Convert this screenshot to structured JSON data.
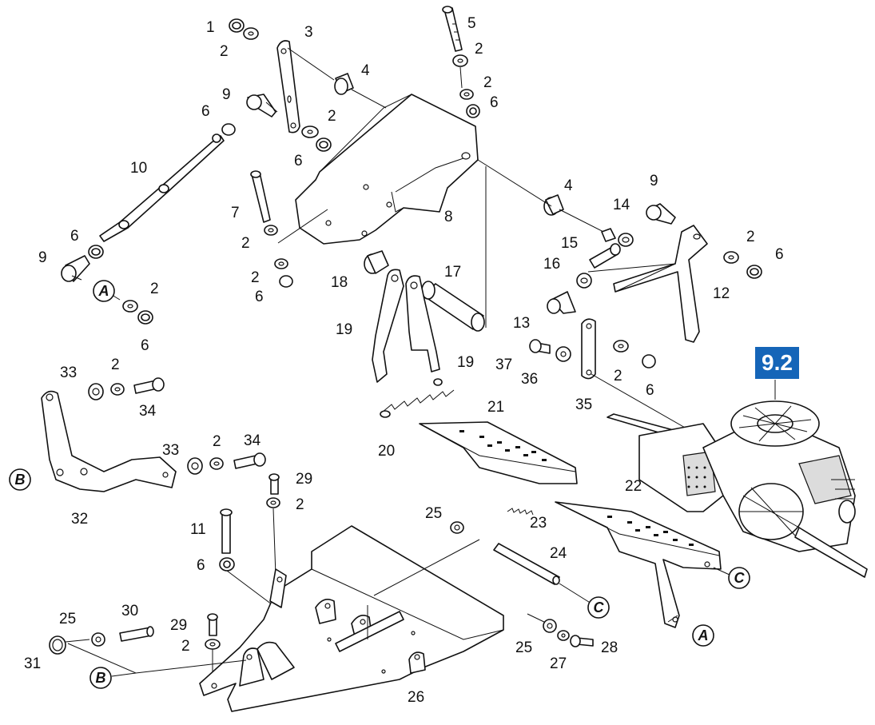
{
  "section_badge": "9.2",
  "callouts": [
    {
      "id": "c1",
      "text": "1"
    },
    {
      "id": "c2a",
      "text": "2"
    },
    {
      "id": "c3",
      "text": "3"
    },
    {
      "id": "c4a",
      "text": "4"
    },
    {
      "id": "c5",
      "text": "5"
    },
    {
      "id": "c2b",
      "text": "2"
    },
    {
      "id": "c2c",
      "text": "2"
    },
    {
      "id": "c6a",
      "text": "6"
    },
    {
      "id": "c9a",
      "text": "9"
    },
    {
      "id": "c6b",
      "text": "6"
    },
    {
      "id": "c2d",
      "text": "2"
    },
    {
      "id": "c6c",
      "text": "6"
    },
    {
      "id": "c10",
      "text": "10"
    },
    {
      "id": "c7",
      "text": "7"
    },
    {
      "id": "c8",
      "text": "8"
    },
    {
      "id": "c6d",
      "text": "6"
    },
    {
      "id": "c9b",
      "text": "9"
    },
    {
      "id": "c2e",
      "text": "2"
    },
    {
      "id": "c6e",
      "text": "6"
    },
    {
      "id": "c2f",
      "text": "2"
    },
    {
      "id": "c6f",
      "text": "6"
    },
    {
      "id": "c2g",
      "text": "2"
    },
    {
      "id": "c4b",
      "text": "4"
    },
    {
      "id": "c9c",
      "text": "9"
    },
    {
      "id": "c14",
      "text": "14"
    },
    {
      "id": "c15",
      "text": "15"
    },
    {
      "id": "c2h",
      "text": "2"
    },
    {
      "id": "c6g",
      "text": "6"
    },
    {
      "id": "c16",
      "text": "16"
    },
    {
      "id": "c12",
      "text": "12"
    },
    {
      "id": "c18",
      "text": "18"
    },
    {
      "id": "c17",
      "text": "17"
    },
    {
      "id": "c13",
      "text": "13"
    },
    {
      "id": "c19a",
      "text": "19"
    },
    {
      "id": "c19b",
      "text": "19"
    },
    {
      "id": "c37",
      "text": "37"
    },
    {
      "id": "c36",
      "text": "36"
    },
    {
      "id": "c2i",
      "text": "2"
    },
    {
      "id": "c6h",
      "text": "6"
    },
    {
      "id": "c35",
      "text": "35"
    },
    {
      "id": "c33a",
      "text": "33"
    },
    {
      "id": "c2j",
      "text": "2"
    },
    {
      "id": "c34a",
      "text": "34"
    },
    {
      "id": "c21",
      "text": "21"
    },
    {
      "id": "c20",
      "text": "20"
    },
    {
      "id": "c33b",
      "text": "33"
    },
    {
      "id": "c2k",
      "text": "2"
    },
    {
      "id": "c34b",
      "text": "34"
    },
    {
      "id": "c29a",
      "text": "29"
    },
    {
      "id": "c2l",
      "text": "2"
    },
    {
      "id": "c32",
      "text": "32"
    },
    {
      "id": "c22",
      "text": "22"
    },
    {
      "id": "c11",
      "text": "11"
    },
    {
      "id": "c25a",
      "text": "25"
    },
    {
      "id": "c23",
      "text": "23"
    },
    {
      "id": "c24",
      "text": "24"
    },
    {
      "id": "c6i",
      "text": "6"
    },
    {
      "id": "c25b",
      "text": "25"
    },
    {
      "id": "c30",
      "text": "30"
    },
    {
      "id": "c29b",
      "text": "29"
    },
    {
      "id": "c2m",
      "text": "2"
    },
    {
      "id": "c31",
      "text": "31"
    },
    {
      "id": "c25c",
      "text": "25"
    },
    {
      "id": "c28",
      "text": "28"
    },
    {
      "id": "c27",
      "text": "27"
    },
    {
      "id": "c26",
      "text": "26"
    }
  ],
  "connectors": [
    {
      "id": "A1",
      "text": "A"
    },
    {
      "id": "A2",
      "text": "A"
    },
    {
      "id": "B1",
      "text": "B"
    },
    {
      "id": "B2",
      "text": "B"
    },
    {
      "id": "C1",
      "text": "C"
    },
    {
      "id": "C2",
      "text": "C"
    }
  ]
}
